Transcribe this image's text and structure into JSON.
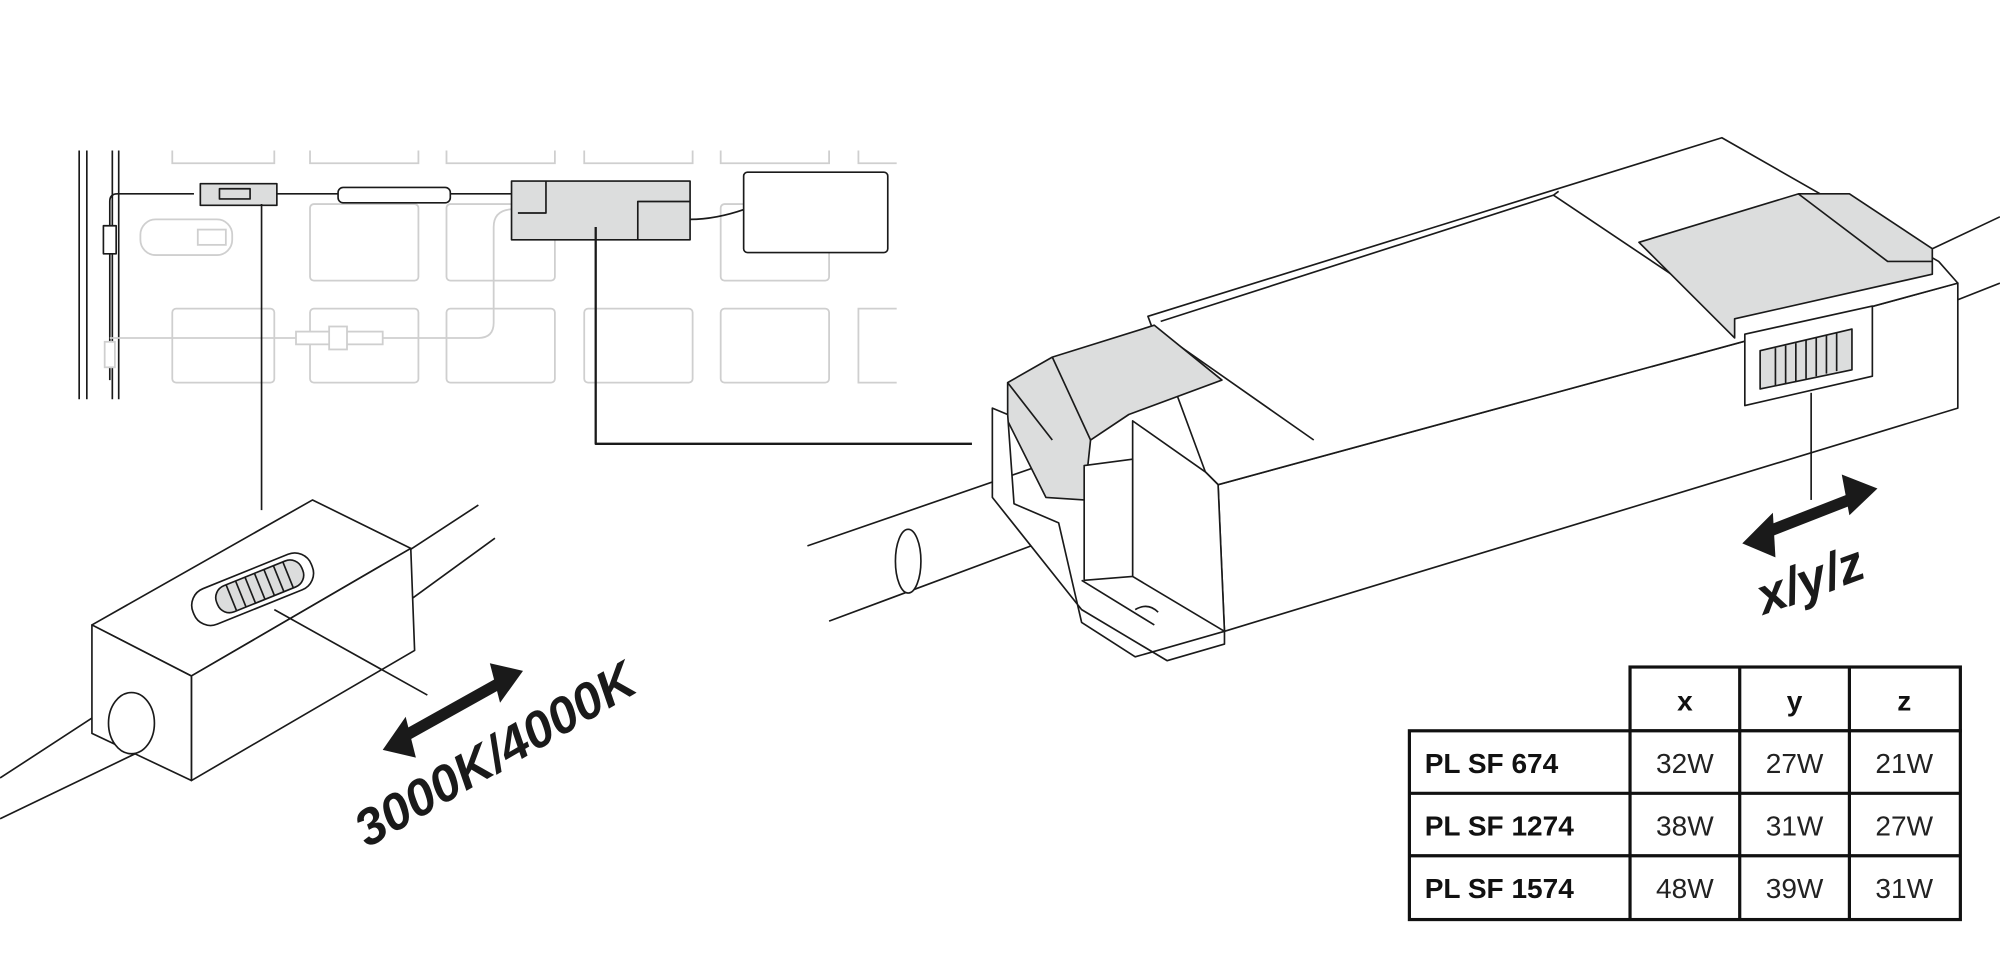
{
  "labels": {
    "color_temperature": "3000K/4000K",
    "power_setting": "x/y/z"
  },
  "table": {
    "columns": [
      "x",
      "y",
      "z"
    ],
    "rows": [
      {
        "model": "PL SF 674",
        "values": [
          "32W",
          "27W",
          "21W"
        ]
      },
      {
        "model": "PL SF 1274",
        "values": [
          "38W",
          "31W",
          "27W"
        ]
      },
      {
        "model": "PL SF 1574",
        "values": [
          "48W",
          "39W",
          "31W"
        ]
      }
    ]
  },
  "colors": {
    "accent_grey": "#dcdddd",
    "line": "#1a1a1a"
  }
}
